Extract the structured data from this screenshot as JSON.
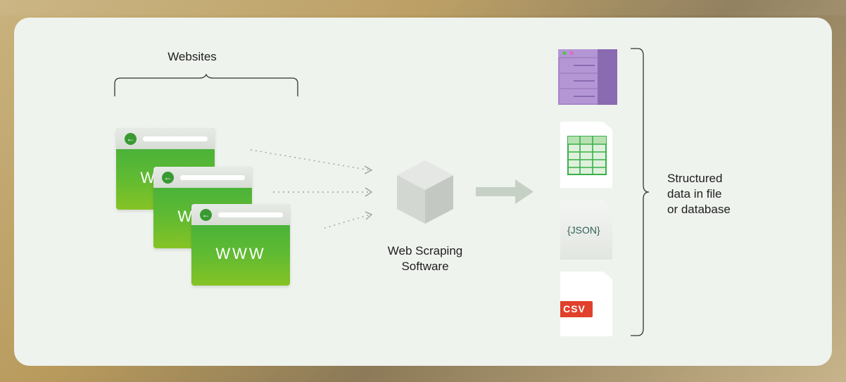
{
  "websites_label": "Websites",
  "browsers": [
    {
      "text": "WWW"
    },
    {
      "text": "WWW"
    },
    {
      "text": "WWW"
    }
  ],
  "software_label": [
    "Web Scraping",
    "Software"
  ],
  "json_label": "{JSON}",
  "csv_label": "CSV",
  "output_label": [
    "Structured",
    "data in file",
    "or database"
  ],
  "colors": {
    "card": "#eff3ee",
    "browser_green": "#5fba32",
    "database_purple": "#a985c9",
    "spreadsheet_green": "#3ab04a",
    "csv_red": "#e0402c",
    "json_text": "#2f5f58"
  }
}
